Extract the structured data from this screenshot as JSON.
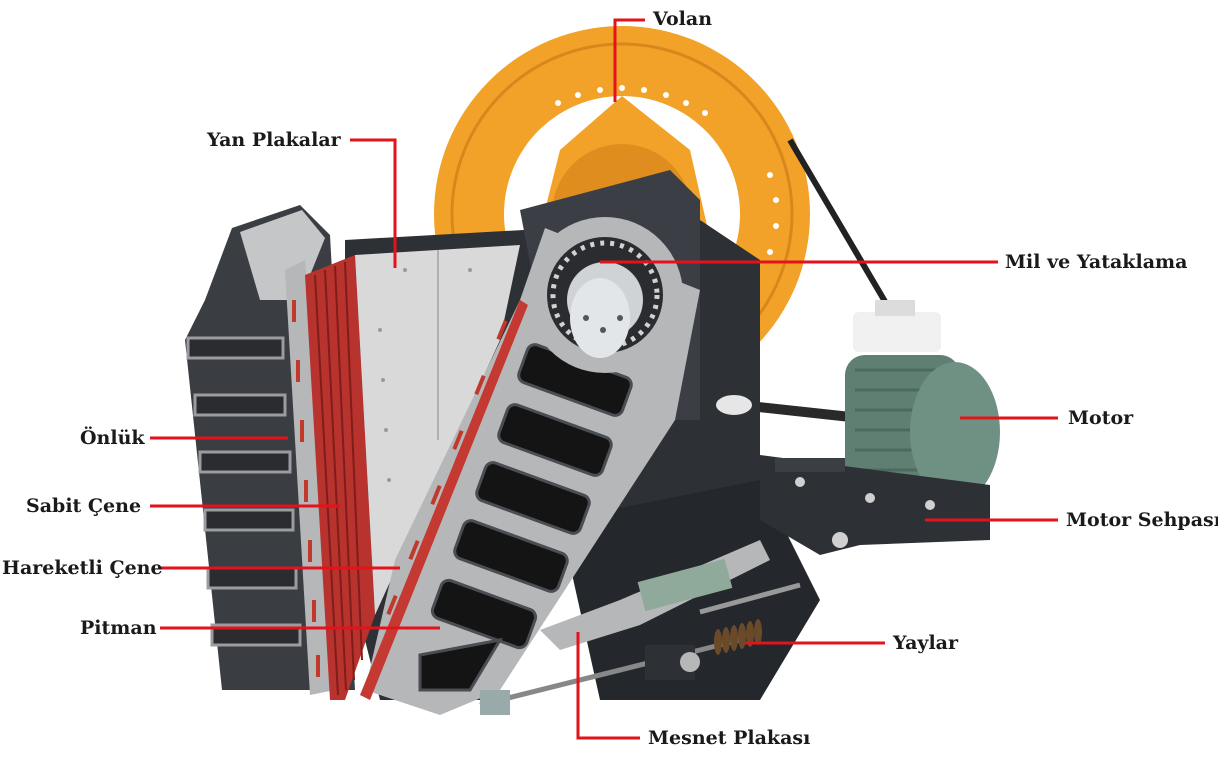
{
  "labels": {
    "volan": "Volan",
    "yan_plakalar": "Yan Plakalar",
    "mil_ve_yataklama": "Mil ve Yataklama",
    "onluk": "Önlük",
    "motor": "Motor",
    "sabit_cene": "Sabit Çene",
    "motor_sehpasi": "Motor Sehpası",
    "hareketli_cene": "Hareketli Çene",
    "pitman": "Pitman",
    "yaylar": "Yaylar",
    "mesnet_plakasi": "Mesnet Plakası"
  },
  "colors": {
    "leader_line": "#e3121b",
    "flywheel": "#f2a228",
    "frame_dark": "#2d3035",
    "frame_mid": "#3b3f45",
    "section_grey": "#b5b7b9",
    "jaw_red": "#b8322e",
    "side_plate": "#d9d9d9",
    "motor_green": "#6f9183",
    "pitman_pocket": "#141414"
  }
}
